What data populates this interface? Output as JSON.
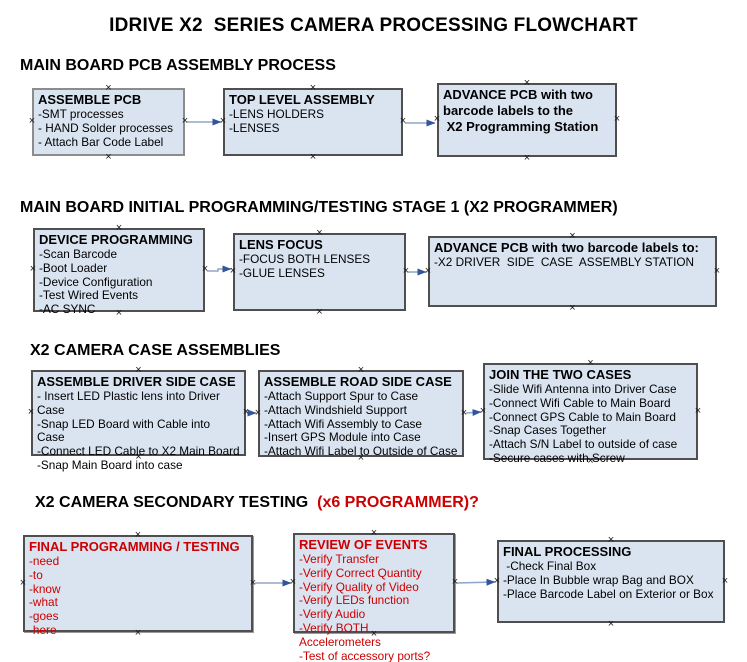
{
  "title": "IDRIVE X2  SERIES CAMERA PROCESSING FLOWCHART",
  "colors": {
    "box_fill": "#dae4f1",
    "box_border": "#4f4f4f",
    "arrow_line": "#8fa5c6",
    "arrow_head": "#33549c",
    "red_text": "#cc0000"
  },
  "icons": {
    "connection_point": "x-cross"
  },
  "sections": [
    {
      "header": "MAIN BOARD PCB ASSEMBLY PROCESS",
      "boxes": [
        {
          "title": "ASSEMBLE PCB",
          "lines": [
            "-SMT processes",
            "- HAND Solder processes",
            "- Attach Bar Code Label"
          ]
        },
        {
          "title": "TOP LEVEL ASSEMBLY",
          "lines": [
            "-LENS HOLDERS",
            "-LENSES"
          ]
        },
        {
          "title": "ADVANCE PCB with two\nbarcode labels to the\n X2 Programming Station",
          "lines": []
        }
      ]
    },
    {
      "header": "MAIN BOARD INITIAL PROGRAMMING/TESTING STAGE 1 (X2 PROGRAMMER)",
      "boxes": [
        {
          "title": "DEVICE PROGRAMMING",
          "lines": [
            "-Scan Barcode",
            "-Boot Loader",
            "-Device Configuration",
            "-Test Wired Events",
            "-AC SYNC"
          ]
        },
        {
          "title": "LENS FOCUS",
          "lines": [
            "-FOCUS BOTH LENSES",
            "-GLUE LENSES"
          ]
        },
        {
          "title": "ADVANCE PCB with two barcode labels to:",
          "lines": [
            "-X2 DRIVER  SIDE  CASE  ASSEMBLY STATION"
          ]
        }
      ]
    },
    {
      "header": "X2 CAMERA CASE ASSEMBLIES",
      "boxes": [
        {
          "title": "ASSEMBLE DRIVER SIDE CASE",
          "lines": [
            "- Insert LED Plastic lens into Driver Case",
            "-Snap LED Board with Cable into Case",
            "-Connect LED Cable to X2 Main Board",
            "-Snap Main Board into case"
          ]
        },
        {
          "title": "ASSEMBLE ROAD SIDE CASE",
          "lines": [
            "-Attach Support Spur to Case",
            "-Attach Windshield Support",
            "-Attach Wifi Assembly to Case",
            "-Insert GPS Module into Case",
            "-Attach Wifi Label to Outside of Case"
          ]
        },
        {
          "title": "JOIN THE TWO CASES",
          "lines": [
            "-Slide Wifi Antenna into Driver Case",
            "-Connect Wifi Cable to Main Board",
            "-Connect GPS Cable to Main Board",
            "-Snap Cases Together",
            "-Attach S/N Label to outside of case",
            "-Secure cases with Screw"
          ]
        }
      ]
    },
    {
      "header": "X2 CAMERA SECONDARY TESTING  ",
      "header_red": "(x6 PROGRAMMER)?",
      "boxes": [
        {
          "title": "FINAL PROGRAMMING / TESTING",
          "lines": [
            "-need",
            "-to",
            "-know",
            "-what",
            "-goes",
            "-here"
          ]
        },
        {
          "title": "REVIEW OF EVENTS",
          "lines": [
            "-Verify Transfer",
            "-Verify Correct Quantity",
            "-Verify Quality of Video",
            "-Verify LEDs function",
            "-Verify Audio",
            "-Verify BOTH Accelerometers",
            "-Test of accessory ports?"
          ]
        },
        {
          "title": "FINAL PROCESSING",
          "lines": [
            " -Check Final Box",
            "-Place In Bubble wrap Bag and BOX",
            "-Place Barcode Label on Exterior or Box"
          ]
        }
      ]
    }
  ]
}
